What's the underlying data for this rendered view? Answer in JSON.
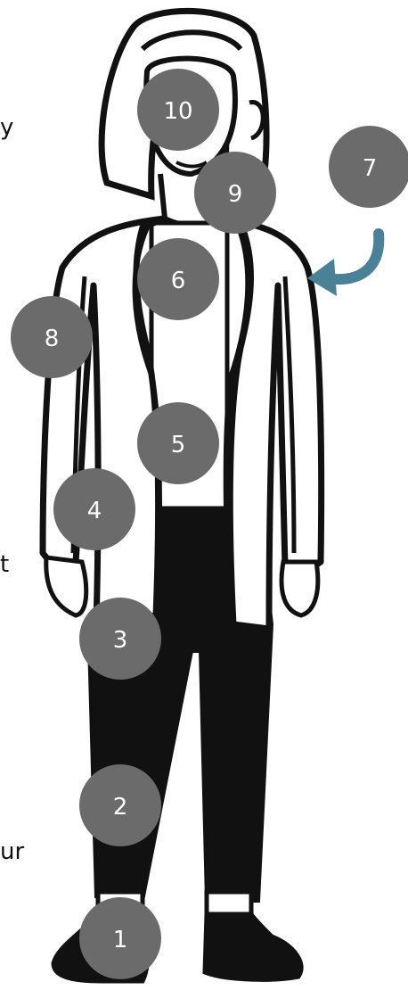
{
  "markers": [
    {
      "label": "1"
    },
    {
      "label": "2"
    },
    {
      "label": "3"
    },
    {
      "label": "4"
    },
    {
      "label": "5"
    },
    {
      "label": "6"
    },
    {
      "label": "7"
    },
    {
      "label": "8"
    },
    {
      "label": "9"
    },
    {
      "label": "10"
    }
  ],
  "edge_text": {
    "top": "y",
    "middle": "t",
    "bottom": "ur"
  },
  "colors": {
    "marker_fill": "#6b6b6b",
    "arrow": "#4a8197",
    "outline": "#111111",
    "jacket": "#ffffff",
    "pants": "#111111"
  }
}
